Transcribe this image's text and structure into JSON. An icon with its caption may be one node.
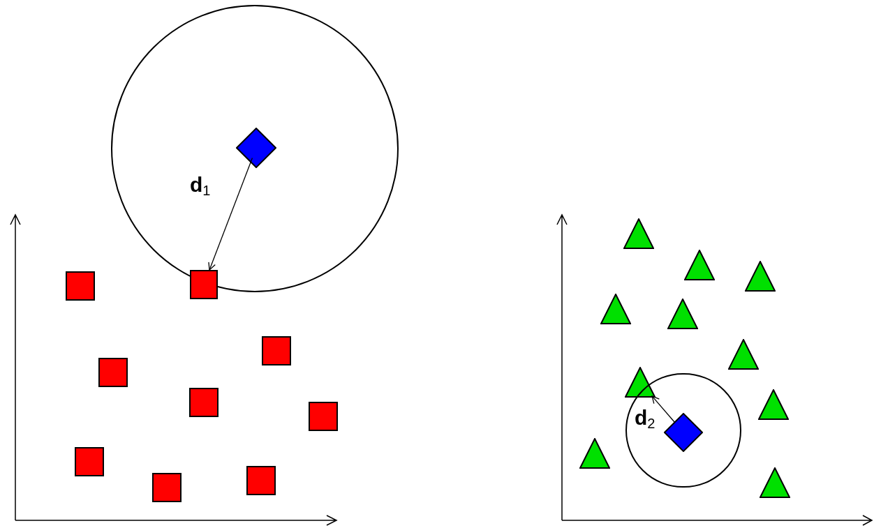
{
  "diagram": {
    "nodes": [
      {
        "text": [],
        "shape": "circle"
      },
      {
        "text": [],
        "shape": "diamond",
        "in": 0
      },
      {
        "text": [],
        "shape": "box"
      },
      {
        "text": [],
        "shape": "box"
      },
      {
        "text": [],
        "shape": "box"
      },
      {
        "text": [],
        "shape": "box"
      },
      {
        "text": [],
        "shape": "box"
      },
      {
        "text": [],
        "shape": "box"
      },
      {
        "text": [],
        "shape": "box"
      },
      {
        "text": [],
        "shape": "box"
      },
      {
        "text": [],
        "shape": "box"
      },
      {
        "text": [],
        "shape": "triangle"
      },
      {
        "text": [],
        "shape": "triangle"
      },
      {
        "text": [],
        "shape": "triangle"
      },
      {
        "text": [],
        "shape": "triangle"
      },
      {
        "text": [],
        "shape": "triangle"
      },
      {
        "text": [],
        "shape": "triangle"
      },
      {
        "text": [],
        "shape": "triangle"
      },
      {
        "text": [],
        "shape": "triangle"
      },
      {
        "text": [],
        "shape": "triangle"
      },
      {
        "text": [],
        "shape": "triangle"
      },
      {
        "text": [],
        "shape": "circle"
      },
      {
        "text": [],
        "shape": "diamond",
        "in": 21
      }
    ],
    "edges": [
      {
        "from": 1,
        "to": 3,
        "arrow": "to",
        "label": "d$_{1}$"
      },
      {
        "from": 22,
        "to": 17,
        "arrow": "to",
        "label": "d$_{2}$"
      }
    ]
  }
}
